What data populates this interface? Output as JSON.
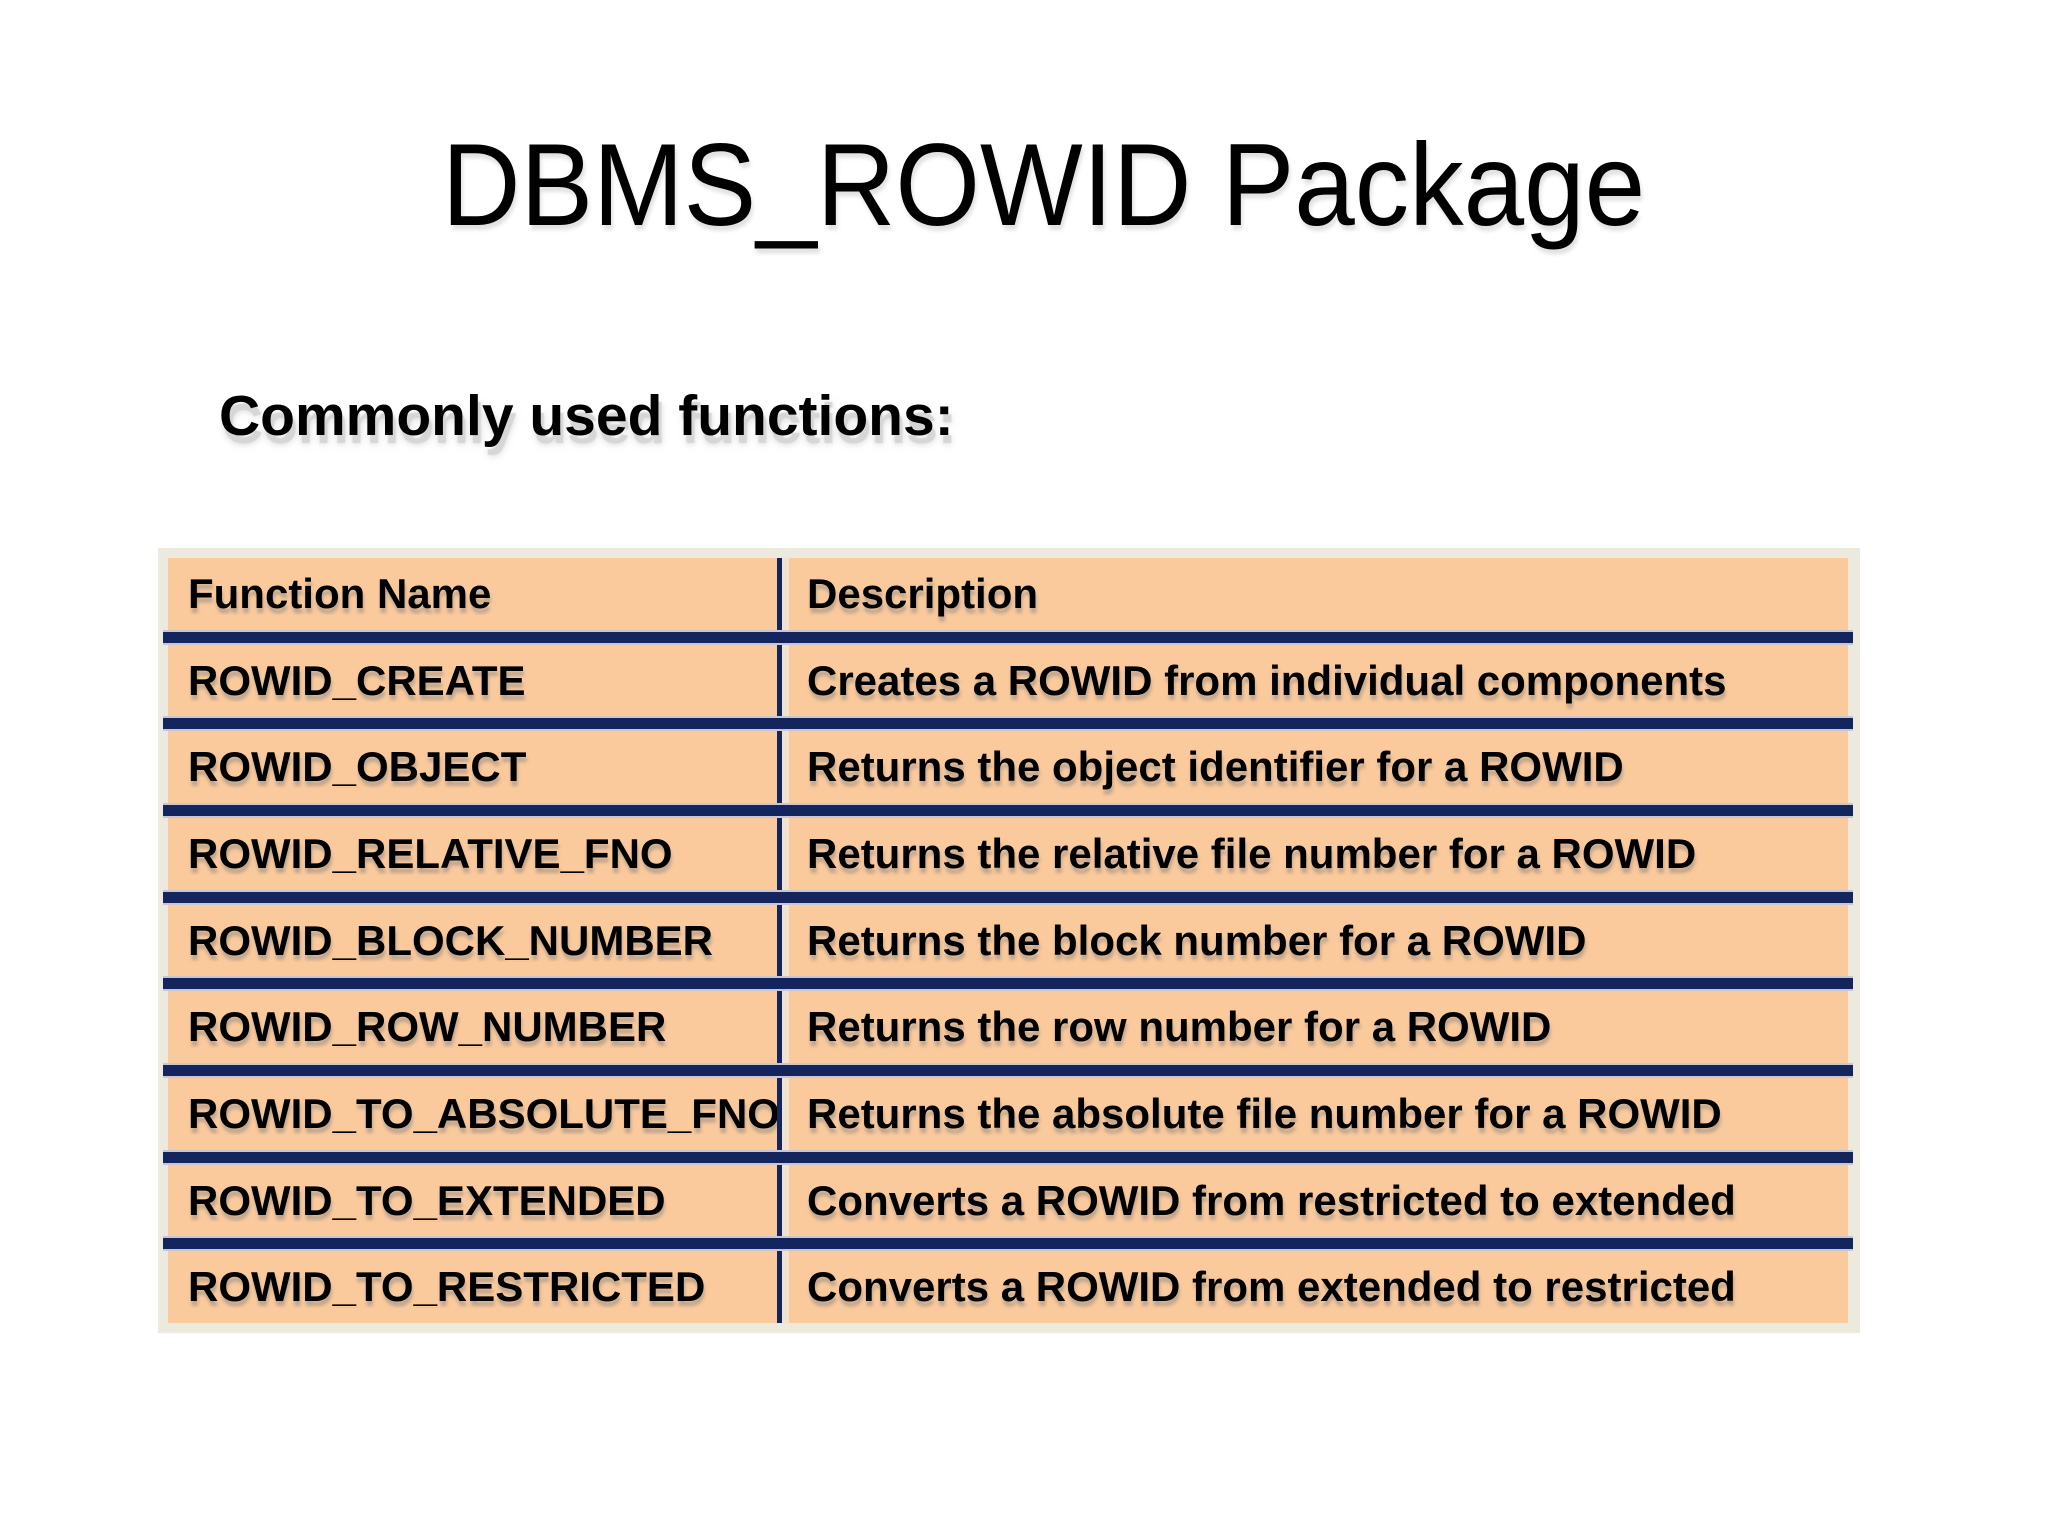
{
  "title": "DBMS_ROWID Package",
  "subtitle": "Commonly used functions:",
  "table": {
    "columns": [
      "Function Name",
      "Description"
    ],
    "rows": [
      {
        "name": "ROWID_CREATE",
        "description": "Creates a ROWID from individual components"
      },
      {
        "name": "ROWID_OBJECT",
        "description": "Returns the object identifier for a ROWID"
      },
      {
        "name": "ROWID_RELATIVE_FNO",
        "description": "Returns the relative file number for a ROWID"
      },
      {
        "name": "ROWID_BLOCK_NUMBER",
        "description": "Returns the block number for a ROWID"
      },
      {
        "name": "ROWID_ROW_NUMBER",
        "description": "Returns the row number for a ROWID"
      },
      {
        "name": "ROWID_TO_ABSOLUTE_FNO",
        "description": "Returns the absolute file number for a ROWID"
      },
      {
        "name": "ROWID_TO_EXTENDED",
        "description": "Converts a ROWID from restricted to extended"
      },
      {
        "name": "ROWID_TO_RESTRICTED",
        "description": "Converts a ROWID from extended to restricted"
      }
    ]
  },
  "colors": {
    "page_background": "#FFFFFF",
    "cell_background": "#FBCA9C",
    "separator_navy": "#14255E",
    "frame_gray": "#ECE9DF",
    "text": "#000000"
  }
}
